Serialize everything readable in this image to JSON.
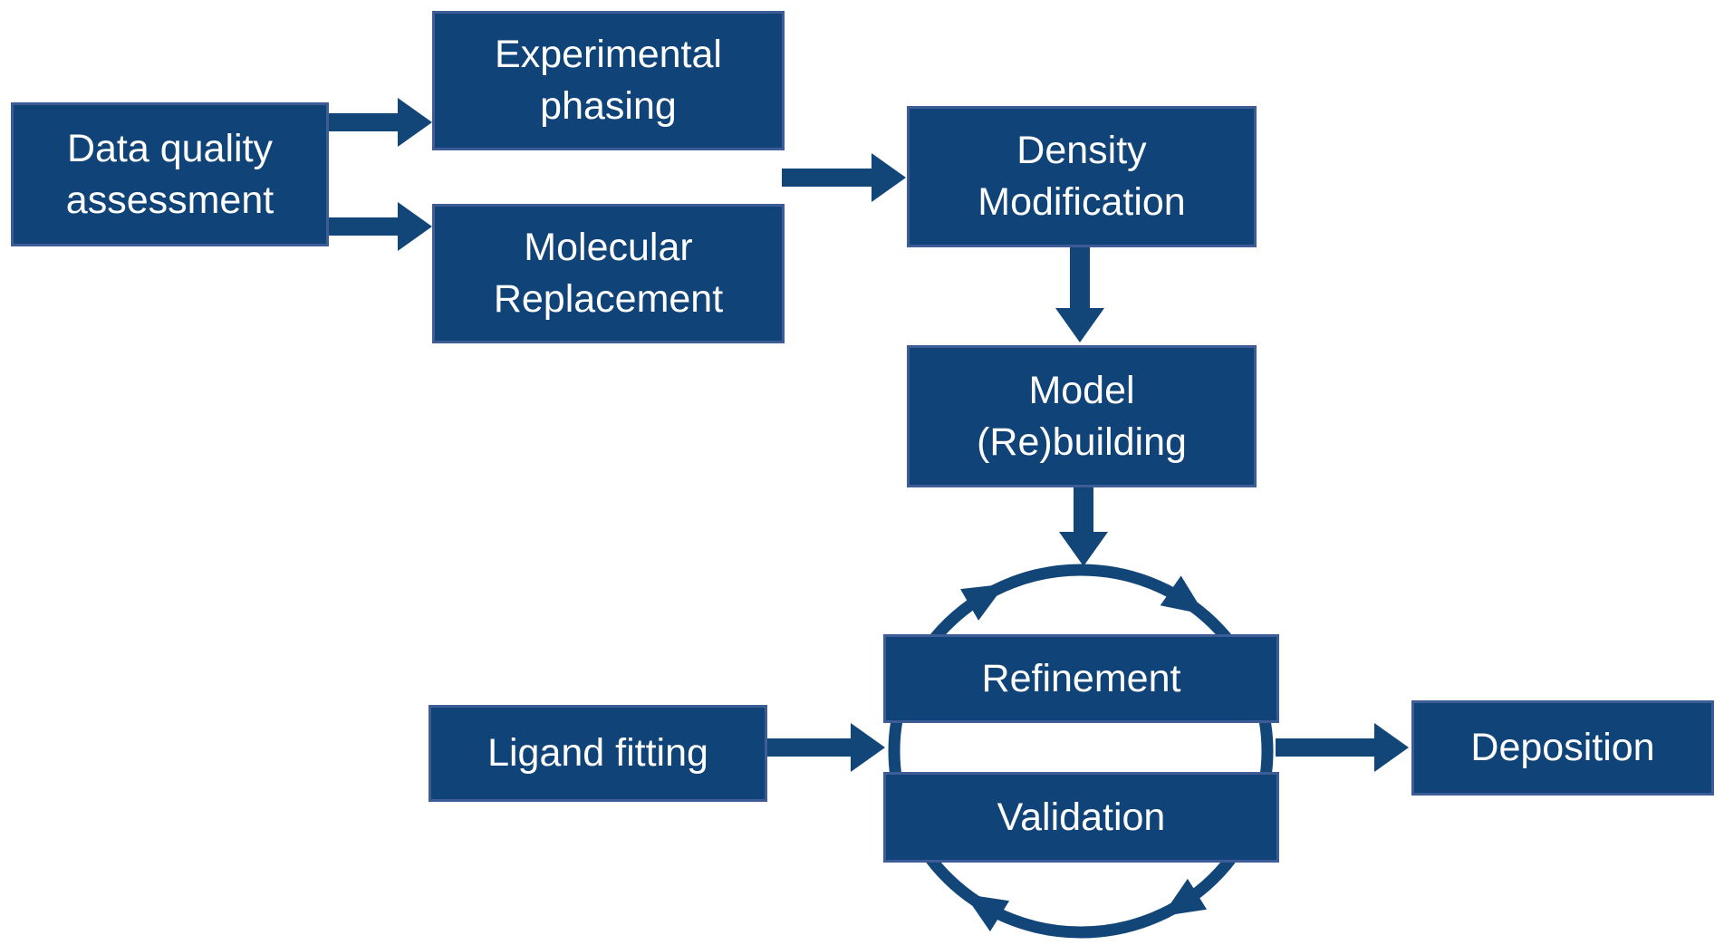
{
  "diagram": {
    "type": "flowchart",
    "nodes": {
      "data_quality": {
        "line1": "Data quality",
        "line2": "assessment"
      },
      "experimental_phasing": {
        "line1": "Experimental",
        "line2": "phasing"
      },
      "molecular_replacement": {
        "line1": "Molecular",
        "line2": "Replacement"
      },
      "density_modification": {
        "line1": "Density",
        "line2": "Modification"
      },
      "model_rebuilding": {
        "line1": "Model",
        "line2": "(Re)building"
      },
      "refinement": {
        "label": "Refinement"
      },
      "validation": {
        "label": "Validation"
      },
      "ligand_fitting": {
        "label": "Ligand fitting"
      },
      "deposition": {
        "label": "Deposition"
      }
    },
    "edges": [
      "data_quality -> experimental_phasing",
      "data_quality -> molecular_replacement",
      "experimental_phasing/molecular_replacement -> density_modification",
      "density_modification -> model_rebuilding",
      "model_rebuilding -> refinement_validation_cycle",
      "ligand_fitting -> refinement_validation_cycle",
      "refinement_validation_cycle -> deposition"
    ],
    "cycle": {
      "between": [
        "refinement",
        "validation"
      ],
      "direction": "clockwise",
      "arrowheads": 4
    }
  },
  "colors": {
    "background": "#FFFFFF",
    "box_fill": "#104478",
    "box_border": "#3E5C96",
    "arrow_fill": "#124679",
    "text": "#FFFFFF"
  }
}
